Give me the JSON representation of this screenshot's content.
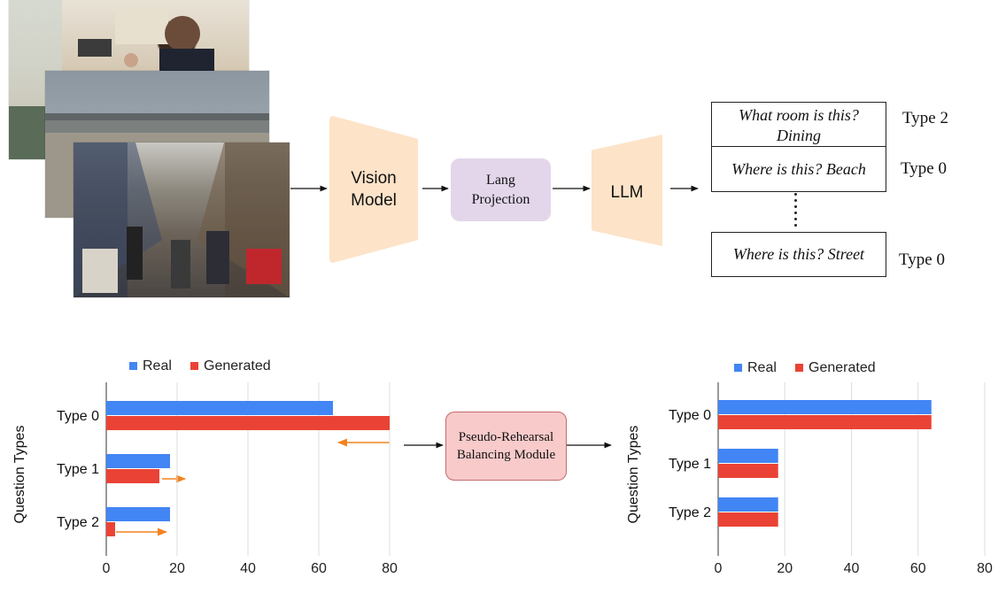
{
  "pipeline": {
    "vision_model": [
      "Vision",
      "Model"
    ],
    "lang_projection": [
      "Lang",
      "Projection"
    ],
    "llm": "LLM"
  },
  "outputs": [
    {
      "question": "What room is this?",
      "answer": "Dining",
      "type": "Type 2"
    },
    {
      "question": "Where is this? Beach",
      "type": "Type 0"
    },
    {
      "question": "Where is this? Street",
      "type": "Type 0"
    }
  ],
  "balancing_module": [
    "Pseudo-Rehearsal",
    "Balancing Module"
  ],
  "colors": {
    "real": "#4285f4",
    "generated": "#ea4335",
    "arrow": "#f4821f",
    "vision": "#fde3c8",
    "projection": "#e3d6ea",
    "module": "#f8caca"
  },
  "chart_data": [
    {
      "type": "bar",
      "orientation": "horizontal",
      "ylabel": "Question Types",
      "categories": [
        "Type 0",
        "Type 1",
        "Type 2"
      ],
      "series": [
        {
          "name": "Real",
          "values": [
            64,
            18,
            18
          ]
        },
        {
          "name": "Generated",
          "values": [
            80,
            15,
            2.5
          ]
        }
      ],
      "xlim": [
        0,
        80
      ],
      "xticks": [
        "0",
        "20",
        "40",
        "60",
        "80"
      ],
      "grid": true,
      "legend": "top-left"
    },
    {
      "type": "bar",
      "orientation": "horizontal",
      "ylabel": "Question Types",
      "categories": [
        "Type 0",
        "Type 1",
        "Type 2"
      ],
      "series": [
        {
          "name": "Real",
          "values": [
            64,
            18,
            18
          ]
        },
        {
          "name": "Generated",
          "values": [
            64,
            18,
            18
          ]
        }
      ],
      "xlim": [
        0,
        80
      ],
      "xticks": [
        "0",
        "20",
        "40",
        "60",
        "80"
      ],
      "grid": true,
      "legend": "top-left"
    }
  ]
}
